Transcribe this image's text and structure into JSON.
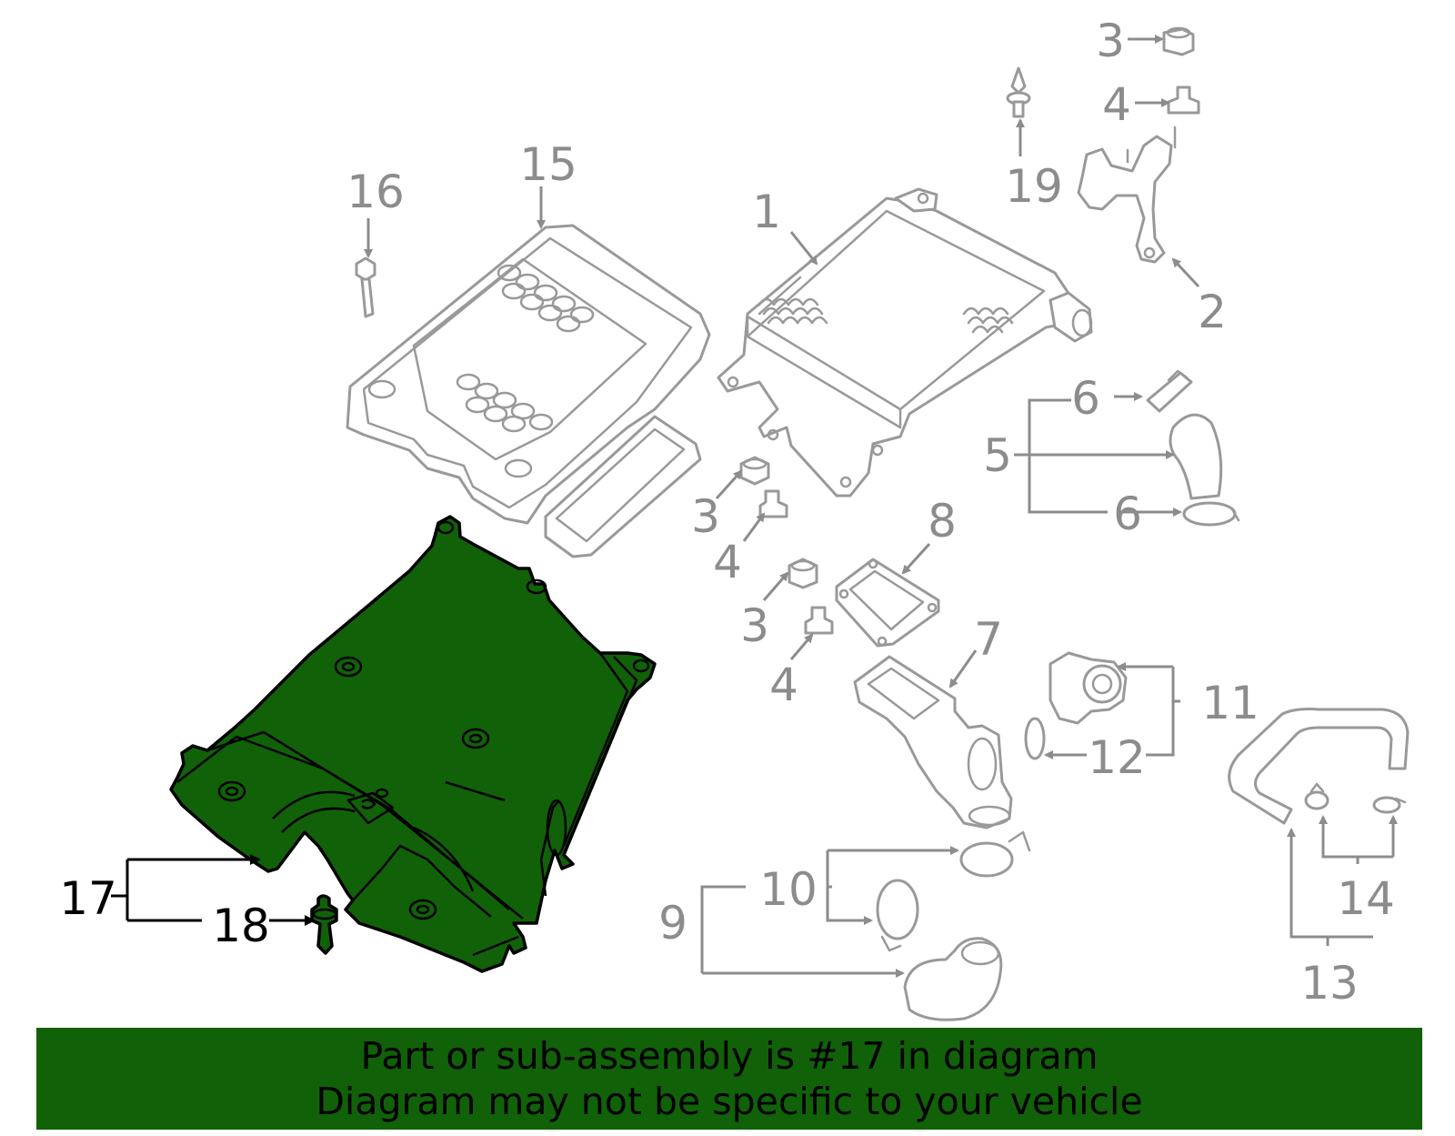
{
  "callouts": {
    "c1": "1",
    "c2": "2",
    "c3a": "3",
    "c3b": "3",
    "c3c": "3",
    "c4a": "4",
    "c4b": "4",
    "c4c": "4",
    "c5": "5",
    "c6a": "6",
    "c6b": "6",
    "c7": "7",
    "c8": "8",
    "c9": "9",
    "c10": "10",
    "c11": "11",
    "c12": "12",
    "c13": "13",
    "c14": "14",
    "c15": "15",
    "c16": "16",
    "c17": "17",
    "c18": "18",
    "c19": "19"
  },
  "banner": {
    "line1": "Part or sub-assembly is #17 in diagram",
    "line2": "Diagram may not be specific to your vehicle"
  },
  "colors": {
    "highlight": "#116109",
    "label_gray": "#8c8c8c",
    "label_active": "#000000"
  }
}
